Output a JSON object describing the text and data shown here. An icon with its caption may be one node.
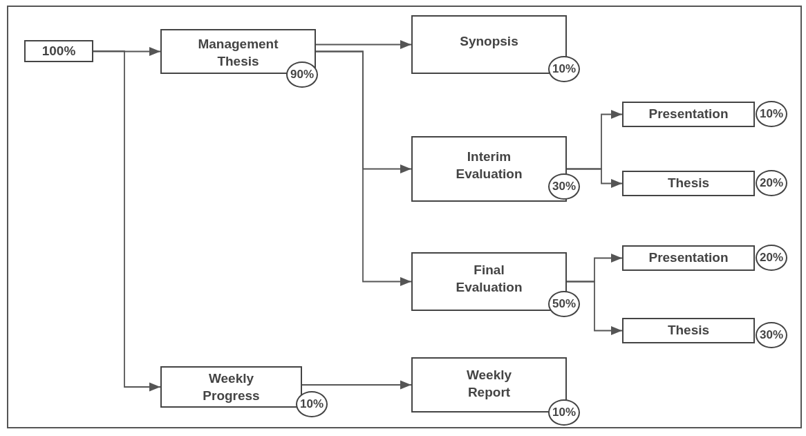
{
  "diagram": {
    "nodes": [
      {
        "text": [
          "100%"
        ]
      },
      {
        "text": [
          "Management Thesis"
        ]
      },
      {
        "text": [
          "90%"
        ]
      },
      {
        "text": [
          "Synopsis"
        ]
      },
      {
        "text": [
          "10%"
        ]
      },
      {
        "text": [
          "Interim Evaluation"
        ]
      },
      {
        "text": [
          "30%"
        ]
      },
      {
        "text": [
          "Presentation"
        ]
      },
      {
        "text": [
          "10%"
        ]
      },
      {
        "text": [
          "Thesis"
        ]
      },
      {
        "text": [
          "20%"
        ]
      },
      {
        "text": [
          "Final Evaluation"
        ]
      },
      {
        "text": [
          "50%"
        ]
      },
      {
        "text": [
          "Presentation"
        ]
      },
      {
        "text": [
          "20%"
        ]
      },
      {
        "text": [
          "Thesis"
        ]
      },
      {
        "text": [
          "30%"
        ]
      },
      {
        "text": [
          "Weekly Progress"
        ]
      },
      {
        "text": [
          "10%"
        ]
      },
      {
        "text": [
          "Weekly Report"
        ]
      },
      {
        "text": [
          "10%"
        ]
      }
    ],
    "edges": [
      {
        "from": 0,
        "to": 1,
        "arrow": "to"
      },
      {
        "from": 0,
        "to": 17,
        "arrow": "to"
      },
      {
        "from": 1,
        "to": 3,
        "arrow": "to"
      },
      {
        "from": 1,
        "to": 5,
        "arrow": "to"
      },
      {
        "from": 1,
        "to": 11,
        "arrow": "to"
      },
      {
        "from": 5,
        "to": 7,
        "arrow": "to"
      },
      {
        "from": 5,
        "to": 9,
        "arrow": "to"
      },
      {
        "from": 11,
        "to": 13,
        "arrow": "to"
      },
      {
        "from": 11,
        "to": 15,
        "arrow": "to"
      },
      {
        "from": 17,
        "to": 19,
        "arrow": "to"
      }
    ]
  }
}
